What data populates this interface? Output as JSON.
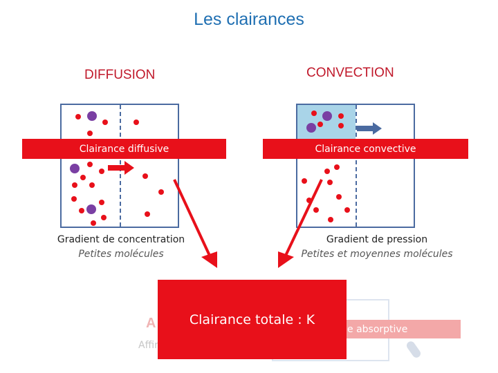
{
  "title": "Les clairances",
  "diffusion": {
    "label": "DIFFUSION",
    "banner": "Clairance diffusive",
    "caption": "Gradient de concentration",
    "subcaption": "Petites molécules"
  },
  "convection": {
    "label": "CONVECTION",
    "banner": "Clairance convective",
    "caption": "Gradient de pression",
    "subcaption": "Petites et moyennes molécules"
  },
  "total": {
    "label": "Clairance totale : K"
  },
  "hidden_left": {
    "letter": "A",
    "text": "Affin"
  },
  "hidden_right": {
    "text": "e absorptive"
  },
  "colors": {
    "title": "#1f6fb2",
    "section_label": "#c0182a",
    "banner": "#e8101a",
    "box_border": "#4a6aa0",
    "box_fill_convection": "#a9d4e8",
    "small_molecule": "#e8101a",
    "large_molecule": "#7a3fa3"
  }
}
